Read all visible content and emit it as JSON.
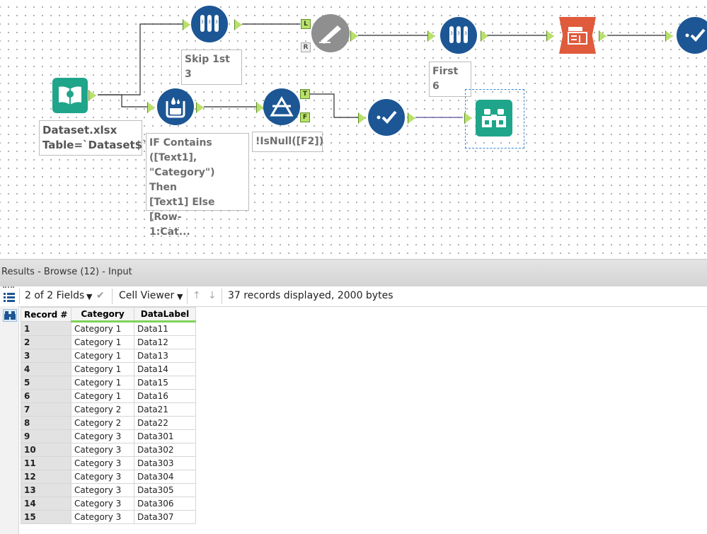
{
  "canvas": {
    "input_annotation": "Dataset.xlsx\nTable=`Dataset$`",
    "skip_annotation": "Skip 1st 3",
    "formula_annotation": "IF Contains\n([Text1],\n\"Category\") Then\n[Text1] Else [Row-\n1:Cat...",
    "filter_annotation": "!IsNull([F2])",
    "first_annotation": "First 6",
    "anchor_L": "L",
    "anchor_R": "R",
    "anchor_T": "T",
    "anchor_F": "F"
  },
  "results": {
    "title": "Results - Browse (12) - Input",
    "fields_selector": "2 of 2 Fields",
    "viewer": "Cell Viewer",
    "record_info": "37 records displayed, 2000 bytes"
  },
  "table": {
    "columns": [
      "Record #",
      "Category",
      "DataLabel"
    ],
    "rows": [
      [
        "1",
        "Category 1",
        "Data11"
      ],
      [
        "2",
        "Category 1",
        "Data12"
      ],
      [
        "3",
        "Category 1",
        "Data13"
      ],
      [
        "4",
        "Category 1",
        "Data14"
      ],
      [
        "5",
        "Category 1",
        "Data15"
      ],
      [
        "6",
        "Category 1",
        "Data16"
      ],
      [
        "7",
        "Category 2",
        "Data21"
      ],
      [
        "8",
        "Category 2",
        "Data22"
      ],
      [
        "9",
        "Category 3",
        "Data301"
      ],
      [
        "10",
        "Category 3",
        "Data302"
      ],
      [
        "11",
        "Category 3",
        "Data303"
      ],
      [
        "12",
        "Category 3",
        "Data304"
      ],
      [
        "13",
        "Category 3",
        "Data305"
      ],
      [
        "14",
        "Category 3",
        "Data306"
      ],
      [
        "15",
        "Category 3",
        "Data307"
      ]
    ]
  },
  "colors": {
    "tool_blue": "#1c5694",
    "input_teal": "#1fa58a",
    "report_orange": "#e05a3c",
    "anchor_green": "#b9e06a"
  }
}
